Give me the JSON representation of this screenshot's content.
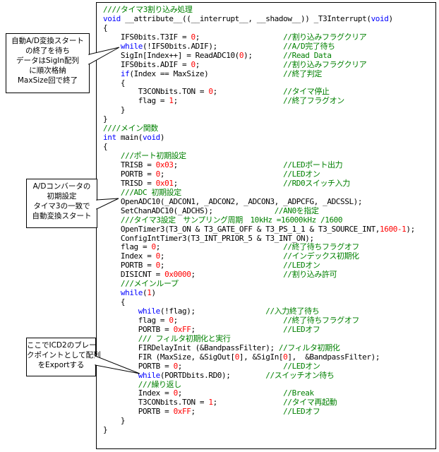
{
  "code_lines": [
    [
      {
        "t": "c",
        "v": "////タイマ3割り込み処理"
      }
    ],
    [
      {
        "t": "k",
        "v": "void"
      },
      {
        "t": "x",
        "v": " __attribute__((__interrupt__, __shadow__)) _T3Interrupt("
      },
      {
        "t": "k",
        "v": "void"
      },
      {
        "t": "x",
        "v": ")"
      }
    ],
    [
      {
        "t": "x",
        "v": "{"
      }
    ],
    [
      {
        "t": "x",
        "v": "    IFS0bits.T3IF = "
      },
      {
        "t": "n",
        "v": "0"
      },
      {
        "t": "x",
        "v": ";                   "
      },
      {
        "t": "c",
        "v": "//割り込みフラグクリア"
      }
    ],
    [
      {
        "t": "x",
        "v": "    "
      },
      {
        "t": "k",
        "v": "while"
      },
      {
        "t": "x",
        "v": "(!IFS0bits.ADIF);               "
      },
      {
        "t": "c",
        "v": "//A/D完了待ち"
      }
    ],
    [
      {
        "t": "x",
        "v": "    SigIn[Index++] = ReadADC10("
      },
      {
        "t": "n",
        "v": "0"
      },
      {
        "t": "x",
        "v": ");       "
      },
      {
        "t": "c",
        "v": "//Read Data"
      }
    ],
    [
      {
        "t": "x",
        "v": "    IFS0bits.ADIF = "
      },
      {
        "t": "n",
        "v": "0"
      },
      {
        "t": "x",
        "v": ";                   "
      },
      {
        "t": "c",
        "v": "//割り込みフラグクリア"
      }
    ],
    [
      {
        "t": "x",
        "v": "    "
      },
      {
        "t": "k",
        "v": "if"
      },
      {
        "t": "x",
        "v": "(Index == MaxSize)                 "
      },
      {
        "t": "c",
        "v": "//終了判定"
      }
    ],
    [
      {
        "t": "x",
        "v": "    {"
      }
    ],
    [
      {
        "t": "x",
        "v": "        T3CONbits.TON = "
      },
      {
        "t": "n",
        "v": "0"
      },
      {
        "t": "x",
        "v": ";               "
      },
      {
        "t": "c",
        "v": "//タイマ停止"
      }
    ],
    [
      {
        "t": "x",
        "v": "        flag = "
      },
      {
        "t": "n",
        "v": "1"
      },
      {
        "t": "x",
        "v": ";                        "
      },
      {
        "t": "c",
        "v": "//終了フラグオン"
      }
    ],
    [
      {
        "t": "x",
        "v": "    }"
      }
    ],
    [
      {
        "t": "x",
        "v": "}"
      }
    ],
    [
      {
        "t": "c",
        "v": "////メイン関数"
      }
    ],
    [
      {
        "t": "k",
        "v": "int"
      },
      {
        "t": "x",
        "v": " main("
      },
      {
        "t": "k",
        "v": "void"
      },
      {
        "t": "x",
        "v": ")"
      }
    ],
    [
      {
        "t": "x",
        "v": "{"
      }
    ],
    [
      {
        "t": "x",
        "v": "    "
      },
      {
        "t": "c",
        "v": "///ポート初期設定"
      }
    ],
    [
      {
        "t": "x",
        "v": "    TRISB = "
      },
      {
        "t": "n",
        "v": "0x03"
      },
      {
        "t": "x",
        "v": ";                        "
      },
      {
        "t": "c",
        "v": "//LEDポート出力"
      }
    ],
    [
      {
        "t": "x",
        "v": "    PORTB = "
      },
      {
        "t": "n",
        "v": "0"
      },
      {
        "t": "x",
        "v": ";                           "
      },
      {
        "t": "c",
        "v": "//LEDオン"
      }
    ],
    [
      {
        "t": "x",
        "v": "    TRISD = "
      },
      {
        "t": "n",
        "v": "0x01"
      },
      {
        "t": "x",
        "v": ";                        "
      },
      {
        "t": "c",
        "v": "//RD0スイッチ入力"
      }
    ],
    [
      {
        "t": "x",
        "v": "    "
      },
      {
        "t": "c",
        "v": "///ADC 初期設定"
      }
    ],
    [
      {
        "t": "x",
        "v": "    OpenADC10(_ADCON1, _ADCON2, _ADCON3, _ADPCFG, _ADCSSL);"
      }
    ],
    [
      {
        "t": "x",
        "v": "    SetChanADC10(_ADCHS);              "
      },
      {
        "t": "c",
        "v": "//AN0を指定"
      }
    ],
    [
      {
        "t": "x",
        "v": "    "
      },
      {
        "t": "c",
        "v": "///タイマ3設定　サンプリング周期　10kHz =16000kHz /1600"
      }
    ],
    [
      {
        "t": "x",
        "v": "    OpenTimer3(T3_ON & T3_GATE_OFF & T3_PS_1_1 & T3_SOURCE_INT,"
      },
      {
        "t": "n",
        "v": "1600-1"
      },
      {
        "t": "x",
        "v": ");"
      }
    ],
    [
      {
        "t": "x",
        "v": "    ConfigIntTimer3(T3_INT_PRIOR_5 & T3_INT_ON);"
      }
    ],
    [
      {
        "t": "x",
        "v": "    flag = "
      },
      {
        "t": "n",
        "v": "0"
      },
      {
        "t": "x",
        "v": ";                            "
      },
      {
        "t": "c",
        "v": "//終了待ちフラグオフ"
      }
    ],
    [
      {
        "t": "x",
        "v": "    Index = "
      },
      {
        "t": "n",
        "v": "0"
      },
      {
        "t": "x",
        "v": ";                           "
      },
      {
        "t": "c",
        "v": "//インデックス初期化"
      }
    ],
    [
      {
        "t": "x",
        "v": "    PORTB = "
      },
      {
        "t": "n",
        "v": "0"
      },
      {
        "t": "x",
        "v": ";                           "
      },
      {
        "t": "c",
        "v": "//LEDオン"
      }
    ],
    [
      {
        "t": "x",
        "v": "    DISICNT = "
      },
      {
        "t": "n",
        "v": "0x0000"
      },
      {
        "t": "x",
        "v": ";                    "
      },
      {
        "t": "c",
        "v": "//割り込み許可"
      }
    ],
    [
      {
        "t": "x",
        "v": "    "
      },
      {
        "t": "c",
        "v": "///メインループ"
      }
    ],
    [
      {
        "t": "x",
        "v": "    "
      },
      {
        "t": "k",
        "v": "while"
      },
      {
        "t": "x",
        "v": "("
      },
      {
        "t": "n",
        "v": "1"
      },
      {
        "t": "x",
        "v": ")"
      }
    ],
    [
      {
        "t": "x",
        "v": "    {"
      }
    ],
    [
      {
        "t": "x",
        "v": "        "
      },
      {
        "t": "k",
        "v": "while"
      },
      {
        "t": "x",
        "v": "(!flag);                "
      },
      {
        "t": "c",
        "v": "//入力終了待ち"
      }
    ],
    [
      {
        "t": "x",
        "v": "        flag = "
      },
      {
        "t": "n",
        "v": "0"
      },
      {
        "t": "x",
        "v": ";                        "
      },
      {
        "t": "c",
        "v": "//終了待ちフラグオフ"
      }
    ],
    [
      {
        "t": "x",
        "v": "        PORTB = "
      },
      {
        "t": "n",
        "v": "0xFF"
      },
      {
        "t": "x",
        "v": ";                    "
      },
      {
        "t": "c",
        "v": "//LEDオフ"
      }
    ],
    [
      {
        "t": "x",
        "v": "        "
      },
      {
        "t": "c",
        "v": "/// フィルタ初期化と実行"
      }
    ],
    [
      {
        "t": "x",
        "v": "        FIRDelayInit (&BandpassFilter); "
      },
      {
        "t": "c",
        "v": "//フィルタ初期化"
      }
    ],
    [
      {
        "t": "x",
        "v": "        FIR (MaxSize, &SigOut["
      },
      {
        "t": "n",
        "v": "0"
      },
      {
        "t": "x",
        "v": "], &SigIn["
      },
      {
        "t": "n",
        "v": "0"
      },
      {
        "t": "x",
        "v": "],  &BandpassFilter);"
      }
    ],
    [
      {
        "t": "x",
        "v": "        PORTB = "
      },
      {
        "t": "n",
        "v": "0"
      },
      {
        "t": "x",
        "v": ";                       "
      },
      {
        "t": "c",
        "v": "//LEDオン"
      }
    ],
    [
      {
        "t": "x",
        "v": "        "
      },
      {
        "t": "k",
        "v": "while"
      },
      {
        "t": "x",
        "v": "(PORTDbits.RD0);        "
      },
      {
        "t": "c",
        "v": "//スイッチオン待ち"
      }
    ],
    [
      {
        "t": "x",
        "v": "        "
      },
      {
        "t": "c",
        "v": "///繰り返し"
      }
    ],
    [
      {
        "t": "x",
        "v": "        Index = "
      },
      {
        "t": "n",
        "v": "0"
      },
      {
        "t": "x",
        "v": ";                       "
      },
      {
        "t": "c",
        "v": "//Break"
      }
    ],
    [
      {
        "t": "x",
        "v": "        T3CONbits.TON = "
      },
      {
        "t": "n",
        "v": "1"
      },
      {
        "t": "x",
        "v": ";               "
      },
      {
        "t": "c",
        "v": "//タイマ再起動"
      }
    ],
    [
      {
        "t": "x",
        "v": "        PORTB = "
      },
      {
        "t": "n",
        "v": "0xFF"
      },
      {
        "t": "x",
        "v": ";                    "
      },
      {
        "t": "c",
        "v": "//LEDオフ"
      }
    ],
    [
      {
        "t": "x",
        "v": "    }"
      }
    ],
    [
      {
        "t": "x",
        "v": "}"
      }
    ]
  ],
  "callouts": [
    {
      "lines": [
        "自動A/D変換スタート",
        "の終了を待ち",
        "データはSigIn配列",
        "に順次格納",
        "MaxSize回で終了"
      ]
    },
    {
      "lines": [
        "A/Dコンバータの",
        "初期設定",
        "タイマ3の一致で",
        "自動変換スタート"
      ]
    },
    {
      "lines": [
        "ここでICD2のブレー",
        "クポイントとして配列",
        "をExportする"
      ]
    }
  ],
  "colors": {
    "comment": "#008000",
    "keyword": "#0000ff",
    "number": "#ff0000",
    "text": "#000000"
  }
}
